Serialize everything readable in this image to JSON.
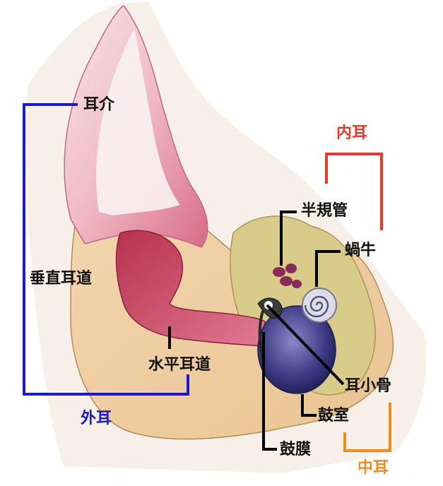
{
  "labels": {
    "pinna": "耳介",
    "vertical_canal": "垂直耳道",
    "horizontal_canal": "水平耳道",
    "semicircular_canals": "半規管",
    "cochlea": "蝸牛",
    "ossicles": "耳小骨",
    "tympanic_cavity": "鼓室",
    "eardrum": "鼓膜"
  },
  "groups": {
    "outer_ear": "外耳",
    "inner_ear": "内耳",
    "middle_ear": "中耳"
  },
  "colors": {
    "outer_ear": "#1a1acc",
    "inner_ear": "#e8382a",
    "middle_ear": "#f28a1e",
    "leader": "#000000"
  }
}
